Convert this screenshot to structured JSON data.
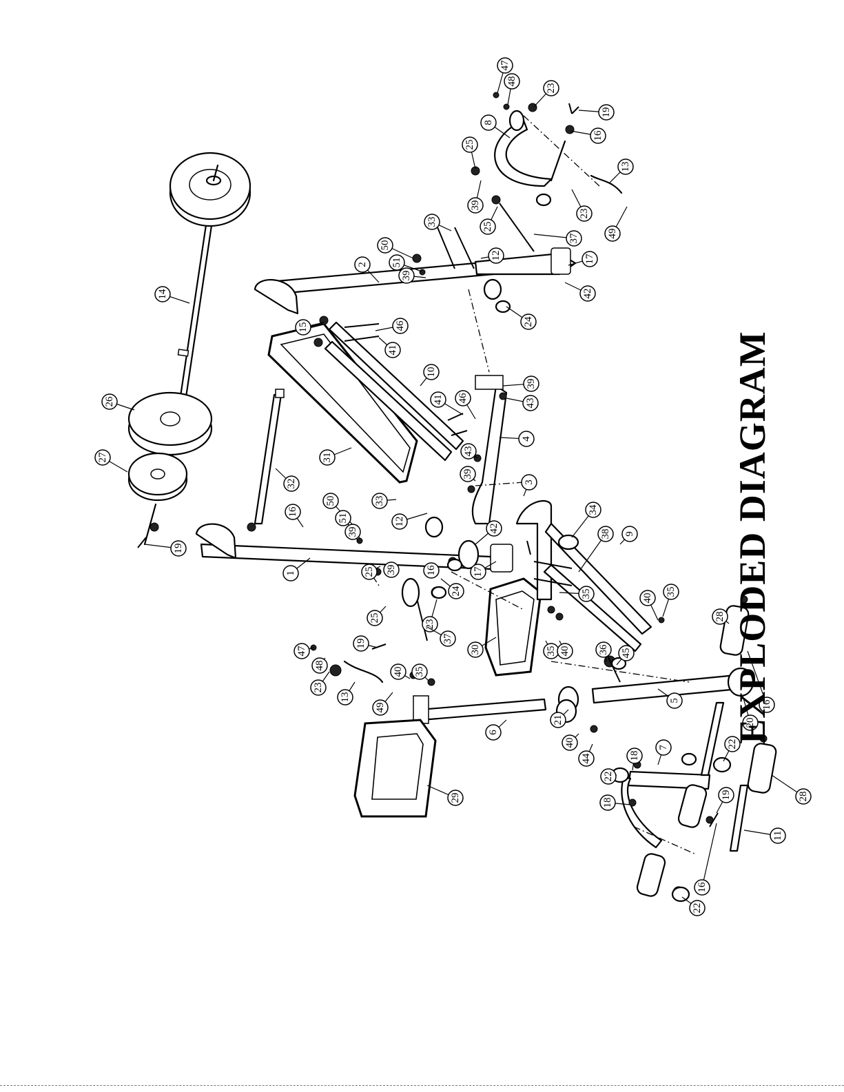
{
  "title": "EXPLODED DIAGRAM",
  "callouts": [
    {
      "id": "c47a",
      "label": "47"
    },
    {
      "id": "c48a",
      "label": "48"
    },
    {
      "id": "c23a",
      "label": "23"
    },
    {
      "id": "c19a",
      "label": "19"
    },
    {
      "id": "c8",
      "label": "8"
    },
    {
      "id": "c16a",
      "label": "16"
    },
    {
      "id": "c25a",
      "label": "25"
    },
    {
      "id": "c13a",
      "label": "13"
    },
    {
      "id": "c39a",
      "label": "39"
    },
    {
      "id": "c23b",
      "label": "23"
    },
    {
      "id": "c49a",
      "label": "49"
    },
    {
      "id": "c25b",
      "label": "25"
    },
    {
      "id": "c33a",
      "label": "33"
    },
    {
      "id": "c37a",
      "label": "37"
    },
    {
      "id": "c50a",
      "label": "50"
    },
    {
      "id": "c51a",
      "label": "51"
    },
    {
      "id": "c12a",
      "label": "12"
    },
    {
      "id": "c17a",
      "label": "17"
    },
    {
      "id": "c2",
      "label": "2"
    },
    {
      "id": "c39b",
      "label": "39"
    },
    {
      "id": "c42a",
      "label": "42"
    },
    {
      "id": "c14",
      "label": "14"
    },
    {
      "id": "c24a",
      "label": "24"
    },
    {
      "id": "c46a",
      "label": "46"
    },
    {
      "id": "c15",
      "label": "15"
    },
    {
      "id": "c41a",
      "label": "41"
    },
    {
      "id": "c10",
      "label": "10"
    },
    {
      "id": "c26",
      "label": "26"
    },
    {
      "id": "c39c",
      "label": "39"
    },
    {
      "id": "c43a",
      "label": "43"
    },
    {
      "id": "c41b",
      "label": "41"
    },
    {
      "id": "c46b",
      "label": "46"
    },
    {
      "id": "c27",
      "label": "27"
    },
    {
      "id": "c4",
      "label": "4"
    },
    {
      "id": "c31",
      "label": "31"
    },
    {
      "id": "c43b",
      "label": "43"
    },
    {
      "id": "c3",
      "label": "3"
    },
    {
      "id": "c39d",
      "label": "39"
    },
    {
      "id": "c32",
      "label": "32"
    },
    {
      "id": "c33b",
      "label": "33"
    },
    {
      "id": "c12b",
      "label": "12"
    },
    {
      "id": "c34",
      "label": "34"
    },
    {
      "id": "c50b",
      "label": "50"
    },
    {
      "id": "c51b",
      "label": "51"
    },
    {
      "id": "c16b",
      "label": "16"
    },
    {
      "id": "c39e",
      "label": "39"
    },
    {
      "id": "c42b",
      "label": "42"
    },
    {
      "id": "c38",
      "label": "38"
    },
    {
      "id": "c9",
      "label": "9"
    },
    {
      "id": "c19b",
      "label": "19"
    },
    {
      "id": "c16c",
      "label": "16"
    },
    {
      "id": "c1",
      "label": "1"
    },
    {
      "id": "c17b",
      "label": "17"
    },
    {
      "id": "c25c",
      "label": "25"
    },
    {
      "id": "c39f",
      "label": "39"
    },
    {
      "id": "c24b",
      "label": "24"
    },
    {
      "id": "c35a",
      "label": "35"
    },
    {
      "id": "c40a",
      "label": "40"
    },
    {
      "id": "c35b",
      "label": "35"
    },
    {
      "id": "c25d",
      "label": "25"
    },
    {
      "id": "c23c",
      "label": "23"
    },
    {
      "id": "c28a",
      "label": "28"
    },
    {
      "id": "c37b",
      "label": "37"
    },
    {
      "id": "c30",
      "label": "30"
    },
    {
      "id": "c35c",
      "label": "35"
    },
    {
      "id": "c40b",
      "label": "40"
    },
    {
      "id": "c36",
      "label": "36"
    },
    {
      "id": "c45",
      "label": "45"
    },
    {
      "id": "c19c",
      "label": "19"
    },
    {
      "id": "c47b",
      "label": "47"
    },
    {
      "id": "c48b",
      "label": "48"
    },
    {
      "id": "c23d",
      "label": "23"
    },
    {
      "id": "c40c",
      "label": "40"
    },
    {
      "id": "c35d",
      "label": "35"
    },
    {
      "id": "c13b",
      "label": "13"
    },
    {
      "id": "c49b",
      "label": "49"
    },
    {
      "id": "c6",
      "label": "6"
    },
    {
      "id": "c21",
      "label": "21"
    },
    {
      "id": "c5",
      "label": "5"
    },
    {
      "id": "c20",
      "label": "20"
    },
    {
      "id": "c16d",
      "label": "16"
    },
    {
      "id": "c40d",
      "label": "40"
    },
    {
      "id": "c44",
      "label": "44"
    },
    {
      "id": "c29",
      "label": "29"
    },
    {
      "id": "c18a",
      "label": "18"
    },
    {
      "id": "c7",
      "label": "7"
    },
    {
      "id": "c22a",
      "label": "22"
    },
    {
      "id": "c22b",
      "label": "22"
    },
    {
      "id": "c18b",
      "label": "18"
    },
    {
      "id": "c19d",
      "label": "19"
    },
    {
      "id": "c28b",
      "label": "28"
    },
    {
      "id": "c11",
      "label": "11"
    },
    {
      "id": "c16e",
      "label": "16"
    },
    {
      "id": "c22c",
      "label": "22"
    }
  ]
}
